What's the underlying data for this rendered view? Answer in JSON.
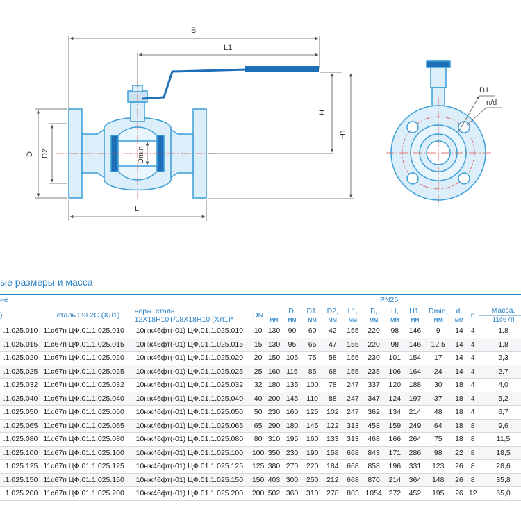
{
  "colors": {
    "outline": "#3a9ed8",
    "fill": "#dbeef9",
    "handle": "#1d6fb8",
    "dim_line": "#d9534f",
    "header_text": "#2a82c6"
  },
  "drawing": {
    "dims": {
      "B": "B",
      "L1": "L1",
      "H": "H",
      "H1": "H1",
      "D": "D",
      "D2": "D2",
      "Dmin": "Dmin",
      "L": "L",
      "D1": "D1",
      "n_d": "n/d"
    }
  },
  "section_title": "ые размеры и масса",
  "table": {
    "header": {
      "group_partial": "ие",
      "col0_partial": ")",
      "col1": "сталь 09Г2С (ХЛ1)",
      "col2_line1": "нерж. сталь",
      "col2_line2": "12Х18Н10Т/08Х18Н10 (ХЛ1)*",
      "pn": "PN25",
      "dn": "DN",
      "L": "L,",
      "D": "D,",
      "D1": "D1,",
      "D2": "D2,",
      "L1": "L1,",
      "B": "B,",
      "H": "H,",
      "H1": "H1,",
      "Dmin": "Dmin,",
      "d": "d,",
      "unit": "мм",
      "n": "n",
      "mass": "Масса,",
      "mass_sub": "11с67п"
    },
    "rows": [
      {
        "c0": ".1.025.010",
        "c1": "11с67п ЦФ.01.1.025.010",
        "c2": "10нж46фт(-01) ЦФ.01.1.025.010",
        "dn": "10",
        "L": "130",
        "D": "90",
        "D1": "60",
        "D2": "42",
        "L1": "155",
        "B": "220",
        "H": "98",
        "H1": "146",
        "Dmin": "9",
        "d": "14",
        "n": "4",
        "m": "1,8"
      },
      {
        "c0": ".1.025.015",
        "c1": "11с67п ЦФ.01.1.025.015",
        "c2": "10нж46фт(-01) ЦФ.01.1.025.015",
        "dn": "15",
        "L": "130",
        "D": "95",
        "D1": "65",
        "D2": "47",
        "L1": "155",
        "B": "220",
        "H": "98",
        "H1": "146",
        "Dmin": "12,5",
        "d": "14",
        "n": "4",
        "m": "1,8"
      },
      {
        "c0": ".1.025.020",
        "c1": "11с67п ЦФ.01.1.025.020",
        "c2": "10нж46фт(-01) ЦФ.01.1.025.020",
        "dn": "20",
        "L": "150",
        "D": "105",
        "D1": "75",
        "D2": "58",
        "L1": "155",
        "B": "230",
        "H": "101",
        "H1": "154",
        "Dmin": "17",
        "d": "14",
        "n": "4",
        "m": "2,3"
      },
      {
        "c0": ".1.025.025",
        "c1": "11с67п ЦФ.01.1.025.025",
        "c2": "10нж46фт(-01) ЦФ.01.1.025.025",
        "dn": "25",
        "L": "160",
        "D": "115",
        "D1": "85",
        "D2": "68",
        "L1": "155",
        "B": "235",
        "H": "106",
        "H1": "164",
        "Dmin": "24",
        "d": "14",
        "n": "4",
        "m": "2,7"
      },
      {
        "c0": ".1.025.032",
        "c1": "11с67п ЦФ.01.1.025.032",
        "c2": "10нж46фт(-01) ЦФ.01.1.025.032",
        "dn": "32",
        "L": "180",
        "D": "135",
        "D1": "100",
        "D2": "78",
        "L1": "247",
        "B": "337",
        "H": "120",
        "H1": "188",
        "Dmin": "30",
        "d": "18",
        "n": "4",
        "m": "4,0"
      },
      {
        "c0": ".1.025.040",
        "c1": "11с67п ЦФ.01.1.025.040",
        "c2": "10нж46фт(-01) ЦФ.01.1.025.040",
        "dn": "40",
        "L": "200",
        "D": "145",
        "D1": "110",
        "D2": "88",
        "L1": "247",
        "B": "347",
        "H": "124",
        "H1": "197",
        "Dmin": "37",
        "d": "18",
        "n": "4",
        "m": "5,2"
      },
      {
        "c0": ".1.025.050",
        "c1": "11с67п ЦФ.01.1.025.050",
        "c2": "10нж46фт(-01) ЦФ.01.1.025.050",
        "dn": "50",
        "L": "230",
        "D": "160",
        "D1": "125",
        "D2": "102",
        "L1": "247",
        "B": "362",
        "H": "134",
        "H1": "214",
        "Dmin": "48",
        "d": "18",
        "n": "4",
        "m": "6,7"
      },
      {
        "c0": ".1.025.065",
        "c1": "11с67п ЦФ.01.1.025.065",
        "c2": "10нж46фт(-01) ЦФ.01.1.025.065",
        "dn": "65",
        "L": "290",
        "D": "180",
        "D1": "145",
        "D2": "122",
        "L1": "313",
        "B": "458",
        "H": "159",
        "H1": "249",
        "Dmin": "64",
        "d": "18",
        "n": "8",
        "m": "9,6"
      },
      {
        "c0": ".1.025.080",
        "c1": "11с67п ЦФ.01.1.025.080",
        "c2": "10нж46фт(-01) ЦФ.01.1.025.080",
        "dn": "80",
        "L": "310",
        "D": "195",
        "D1": "160",
        "D2": "133",
        "L1": "313",
        "B": "468",
        "H": "166",
        "H1": "264",
        "Dmin": "75",
        "d": "18",
        "n": "8",
        "m": "11,5"
      },
      {
        "c0": ".1.025.100",
        "c1": "11с67п ЦФ.01.1.025.100",
        "c2": "10нж46фт(-01) ЦФ.01.1.025.100",
        "dn": "100",
        "L": "350",
        "D": "230",
        "D1": "190",
        "D2": "158",
        "L1": "668",
        "B": "843",
        "H": "171",
        "H1": "286",
        "Dmin": "98",
        "d": "22",
        "n": "8",
        "m": "18,5"
      },
      {
        "c0": ".1.025.125",
        "c1": "11с67п ЦФ.01.1.025.125",
        "c2": "10нж46фт(-01) ЦФ.01.1.025.125",
        "dn": "125",
        "L": "380",
        "D": "270",
        "D1": "220",
        "D2": "184",
        "L1": "668",
        "B": "858",
        "H": "196",
        "H1": "331",
        "Dmin": "123",
        "d": "26",
        "n": "8",
        "m": "28,6"
      },
      {
        "c0": ".1.025.150",
        "c1": "11с67п ЦФ.01.1.025.150",
        "c2": "10нж46фт(-01) ЦФ.01.1.025.150",
        "dn": "150",
        "L": "403",
        "D": "300",
        "D1": "250",
        "D2": "212",
        "L1": "668",
        "B": "870",
        "H": "214",
        "H1": "364",
        "Dmin": "148",
        "d": "26",
        "n": "8",
        "m": "35,8"
      },
      {
        "c0": ".1.025.200",
        "c1": "11с67п ЦФ.01.1.025.200",
        "c2": "10нж46фт(-01) ЦФ.01.1.025.200",
        "dn": "200",
        "L": "502",
        "D": "360",
        "D1": "310",
        "D2": "278",
        "L1": "803",
        "B": "1054",
        "H": "272",
        "H1": "452",
        "Dmin": "195",
        "d": "26",
        "n": "12",
        "m": "65,0"
      }
    ]
  }
}
